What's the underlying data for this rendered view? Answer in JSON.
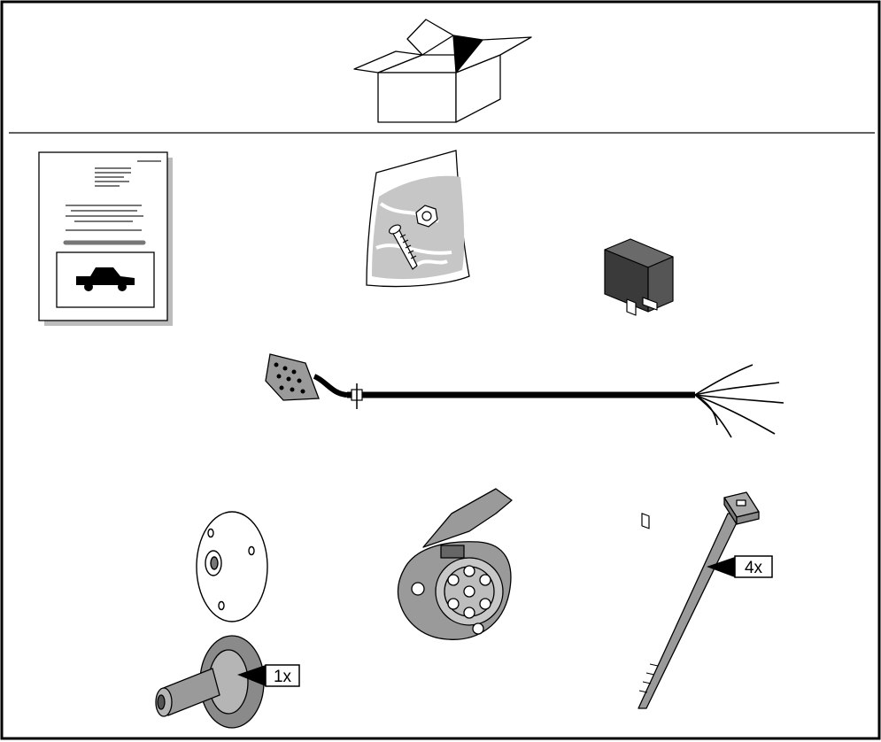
{
  "diagram": {
    "contents_icon": "box-icon",
    "parts": [
      {
        "name": "instructions",
        "icon": "manual-icon"
      },
      {
        "name": "bolt-nut-bag",
        "icon": "bag-icon"
      },
      {
        "name": "relay",
        "icon": "relay-icon"
      },
      {
        "name": "wiring-harness",
        "icon": "cable-icon"
      },
      {
        "name": "mounting-plate",
        "icon": "plate-icon"
      },
      {
        "name": "grommet",
        "icon": "grommet-icon",
        "quantity_label": "1x"
      },
      {
        "name": "trailer-socket",
        "icon": "socket-icon"
      },
      {
        "name": "cable-tie",
        "icon": "cable-tie-icon",
        "quantity_label": "4x"
      }
    ]
  }
}
